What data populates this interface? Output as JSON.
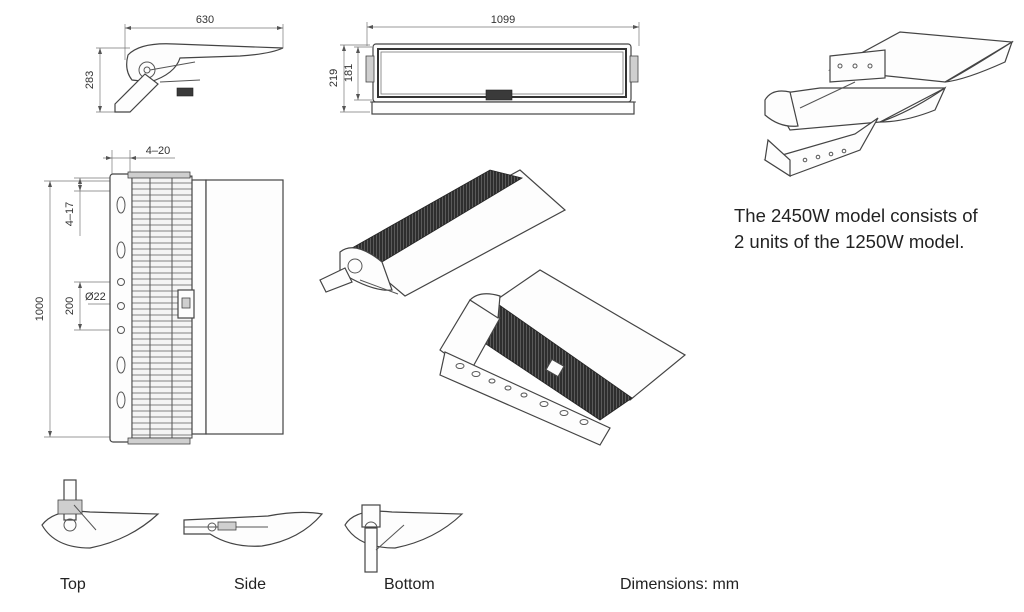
{
  "dimensions": {
    "top_width": "630",
    "top_height": "283",
    "front_width": "1099",
    "front_height_outer": "219",
    "front_height_inner": "181",
    "side_height": "1000",
    "side_offset": "4–20",
    "side_spacing_top": "4–17",
    "side_spacing_mid": "200",
    "hole_diameter": "Ø22"
  },
  "note": {
    "line1": "The 2450W model consists of",
    "line2": "2 units of the 1250W model."
  },
  "captions": {
    "top": "Top",
    "side": "Side",
    "bottom": "Bottom",
    "units": "Dimensions: mm"
  }
}
